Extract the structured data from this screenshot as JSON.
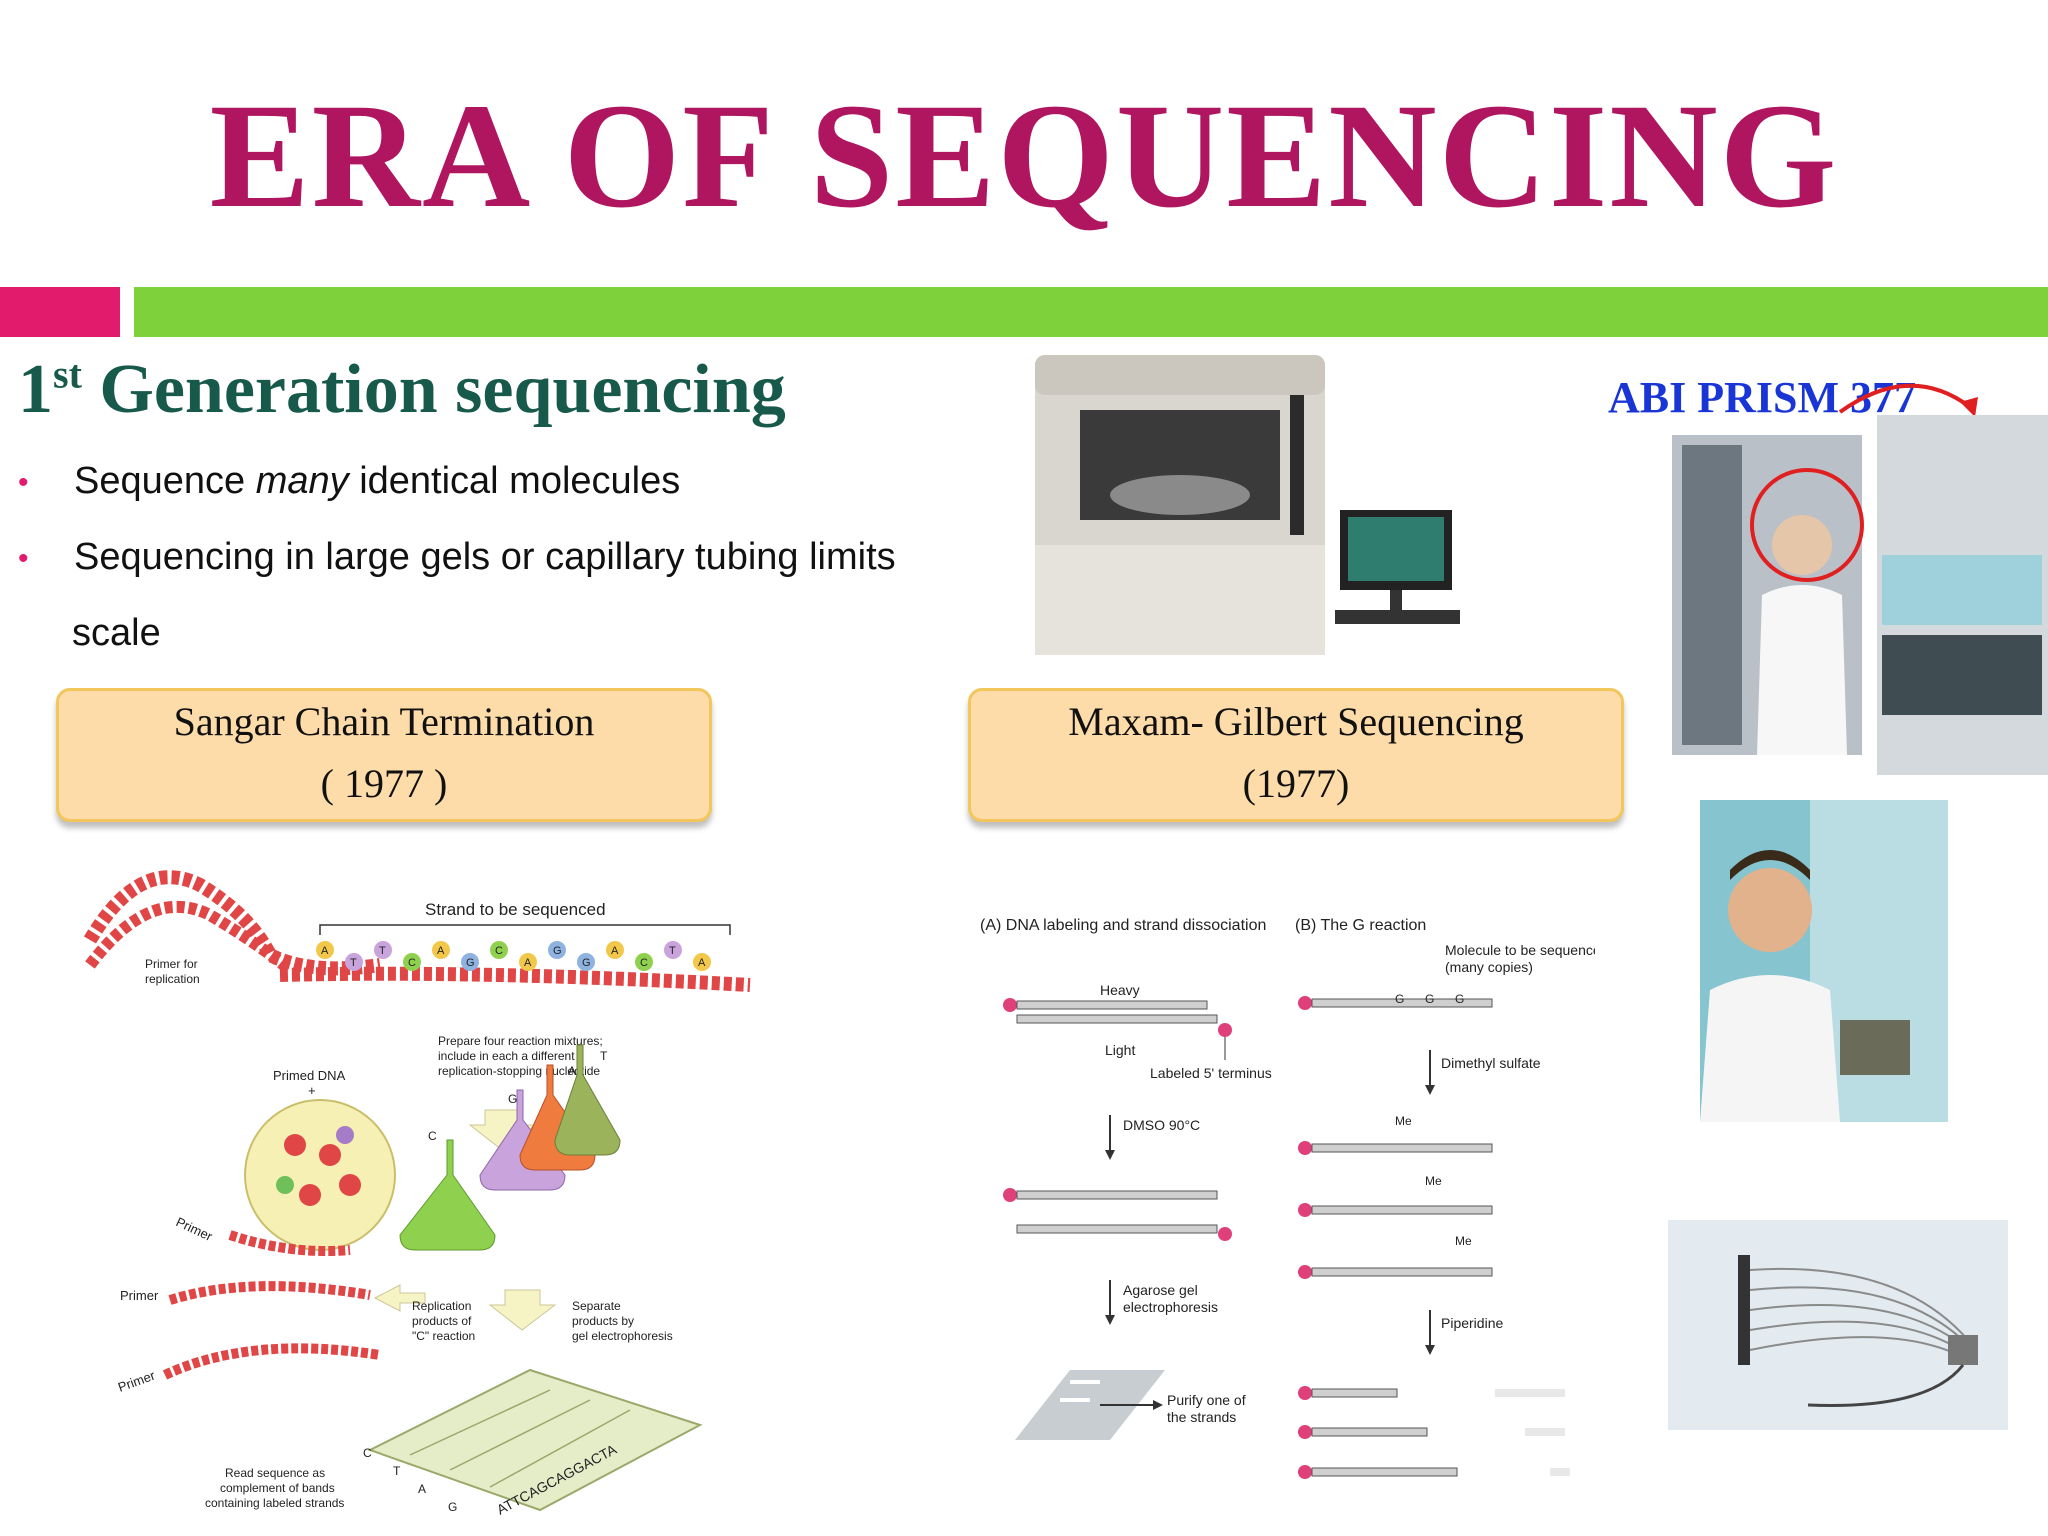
{
  "title": "ERA OF SEQUENCING",
  "generation": {
    "ordinal": "1",
    "suffix": "st",
    "text": " Generation sequencing"
  },
  "bullets": [
    "Sequence ",
    "many",
    " identical molecules",
    "Sequencing in large gels or capillary tubing limits",
    "scale"
  ],
  "boxes": {
    "sanger": {
      "line1": "Sangar  Chain Termination",
      "line2": "( 1977 )"
    },
    "maxam": {
      "line1": "Maxam- Gilbert Sequencing",
      "line2": "(1977)"
    }
  },
  "abi_label": "ABI PRISM 377",
  "sanger_figure": {
    "strand_label": "Strand to be sequenced",
    "primer_replication": [
      "Primer for",
      "replication"
    ],
    "strand_bases": [
      "A",
      "T",
      "T",
      "C",
      "A",
      "G",
      "C",
      "A",
      "G",
      "G",
      "A",
      "C",
      "T",
      "A"
    ],
    "prepare_note": [
      "Prepare four reaction mixtures;",
      "include in each a different",
      "replication-stopping nucleotide"
    ],
    "primed_dna": "Primed DNA",
    "plus": "+",
    "flask_letters": [
      "C",
      "G",
      "A",
      "T"
    ],
    "primer_label": "Primer",
    "replication_products": [
      "Replication",
      "products of",
      "\"C\" reaction"
    ],
    "separate_products": [
      "Separate",
      "products by",
      "gel electrophoresis"
    ],
    "read_sequence": [
      "Read sequence as",
      "complement of bands",
      "containing labeled strands"
    ],
    "gel_letters": [
      "C",
      "T",
      "A",
      "G"
    ],
    "gel_sequence": "ATTCAGCAGGACTA"
  },
  "maxam_figure": {
    "panel_a": "(A) DNA labeling and strand dissociation",
    "heavy": "Heavy",
    "light": "Light",
    "labeled_terminus": "Labeled 5' terminus",
    "dmso": "DMSO 90°C",
    "agarose": [
      "Agarose gel",
      "electrophoresis"
    ],
    "purify": [
      "Purify one of",
      "the strands"
    ],
    "panel_b": "(B) The G reaction",
    "molecule": [
      "Molecule to be sequenced",
      "(many copies)"
    ],
    "dimethyl": "Dimethyl sulfate",
    "me": "Me",
    "piperidine": "Piperidine",
    "g": "G"
  },
  "colors": {
    "title": "#b0155f",
    "accent_pink": "#e31b6d",
    "accent_green": "#7fd13b",
    "heading": "#17594a",
    "abi": "#1a35d6",
    "box_fill": "#fddcaa"
  }
}
